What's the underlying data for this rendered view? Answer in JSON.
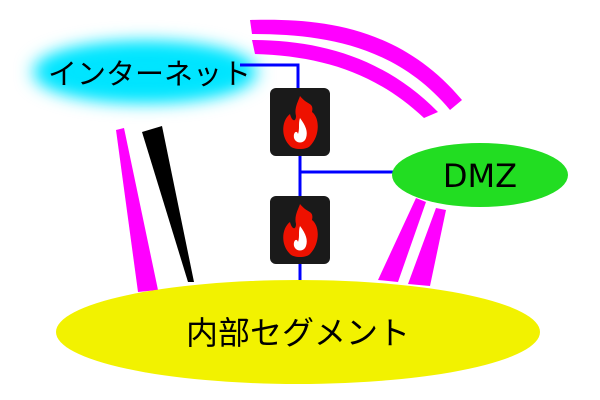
{
  "nodes": {
    "internet": {
      "label": "インターネット",
      "color": "#00e5ff"
    },
    "dmz": {
      "label": "DMZ",
      "color": "#22dd22"
    },
    "internal": {
      "label": "内部セグメント",
      "color": "#f2f200"
    }
  },
  "firewalls": [
    {
      "name": "firewall-upper",
      "icon": "fire-icon"
    },
    {
      "name": "firewall-lower",
      "icon": "fire-icon"
    }
  ],
  "colors": {
    "link": "#0000ff",
    "flow_allowed": "#ff00ff",
    "flow_blocked": "#000000",
    "firewall_box": "#1a1a1a",
    "flame_outer": "#ee1100",
    "flame_inner": "#ffffff"
  }
}
